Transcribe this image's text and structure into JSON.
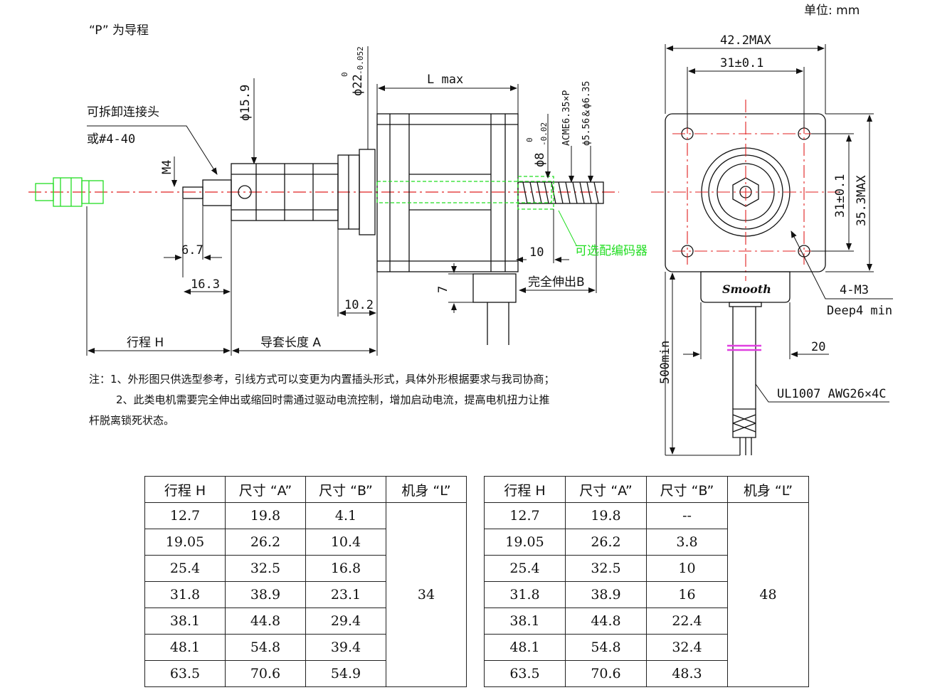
{
  "header": {
    "unit_label": "单位: mm",
    "p_note": "“P” 为导程"
  },
  "labels": {
    "detachable_connector": "可拆卸连接头",
    "or_thread": "或#4-40",
    "m4": "M4",
    "phi159": "ϕ15.9",
    "phi22": "ϕ22",
    "phi22_tol_top": "0",
    "phi22_tol_bot": "-0.052",
    "l_max": "L max",
    "phi8": "ϕ8",
    "phi8_tol_top": "0",
    "phi8_tol_bot": "-0.02",
    "acme": "ACME6.35×P",
    "phi_556": "ϕ5.56＆ϕ6.35",
    "optional_encoder": "可选配编码器",
    "dim_67": "6.7",
    "dim_163": "16.3",
    "dim_102": "10.2",
    "dim_10": "10",
    "dim_7": "7",
    "full_extend_b": "完全伸出B",
    "stroke_h": "行程 H",
    "sleeve_a": "导套长度 A",
    "w_422": "42.2MAX",
    "w_31": "31±0.1",
    "h_31": "31±0.1",
    "h_353": "35.3MAX",
    "m3": "4-M3",
    "deep4": "Deep4 min",
    "dim_20": "20",
    "dim_500": "500min",
    "cable": "UL1007 AWG26×4C",
    "brand": "Smooth"
  },
  "notes": {
    "line1": "注：1、外形图只供选型参考，引线方式可以变更为内置插头形式，具体外形根据要求与我司协商；",
    "line2": "2、此类电机需要完全伸出或缩回时需通过驱动电流控制，增加启动电流，提高电机扭力让推",
    "line3": "杆脱离锁死状态。"
  },
  "table_left": {
    "headers": [
      "行程 H",
      "尺寸 “A”",
      "尺寸 “B”",
      "机身 “L”"
    ],
    "rows": [
      [
        "12.7",
        "19.8",
        "4.1"
      ],
      [
        "19.05",
        "26.2",
        "10.4"
      ],
      [
        "25.4",
        "32.5",
        "16.8"
      ],
      [
        "31.8",
        "38.9",
        "23.1"
      ],
      [
        "38.1",
        "44.8",
        "29.4"
      ],
      [
        "48.1",
        "54.8",
        "39.4"
      ],
      [
        "63.5",
        "70.6",
        "54.9"
      ]
    ],
    "body_l": "34"
  },
  "table_right": {
    "headers": [
      "行程 H",
      "尺寸 “A”",
      "尺寸 “B”",
      "机身 “L”"
    ],
    "rows": [
      [
        "12.7",
        "19.8",
        "--"
      ],
      [
        "19.05",
        "26.2",
        "3.8"
      ],
      [
        "25.4",
        "32.5",
        "10"
      ],
      [
        "31.8",
        "38.9",
        "16"
      ],
      [
        "38.1",
        "44.8",
        "22.4"
      ],
      [
        "48.1",
        "54.8",
        "32.4"
      ],
      [
        "63.5",
        "70.6",
        "48.3"
      ]
    ],
    "body_l": "48"
  },
  "colors": {
    "centerline": "#e02020",
    "encoder": "#22dd22",
    "marker": "#e040e0"
  }
}
